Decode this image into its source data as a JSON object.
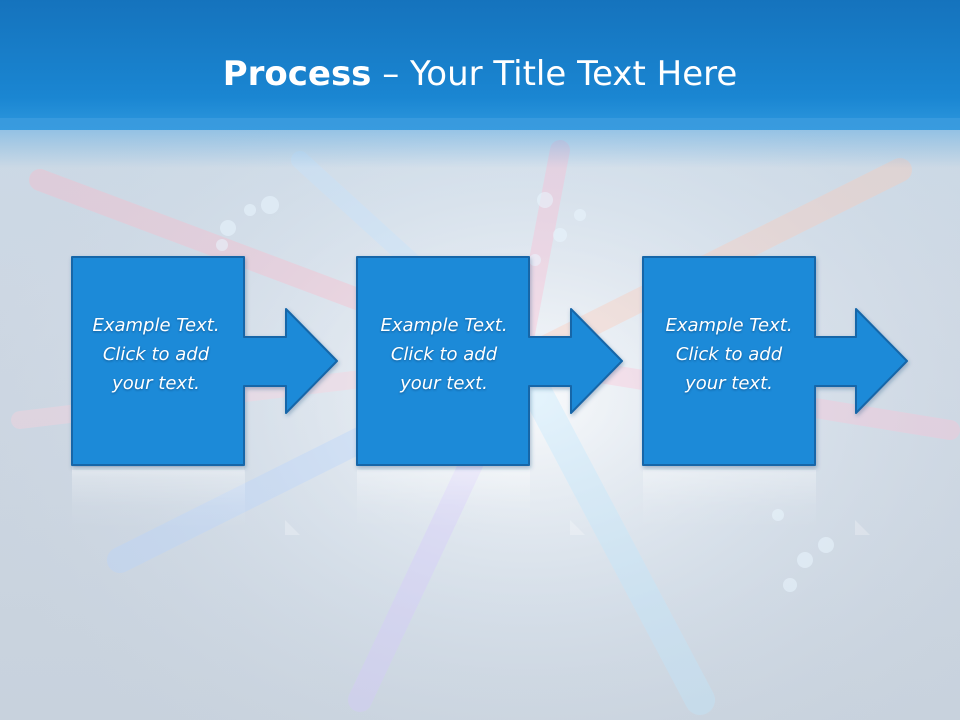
{
  "title": {
    "bold": "Process",
    "rest": " – Your Title Text Here"
  },
  "steps": [
    {
      "line1": "Example Text.",
      "line2": "Click  to add",
      "line3": "your text."
    },
    {
      "line1": "Example Text.",
      "line2": "Click  to add",
      "line3": "your text."
    },
    {
      "line1": "Example Text.",
      "line2": "Click  to add",
      "line3": "your text."
    }
  ],
  "colors": {
    "header": "#1a86d2",
    "box_fill": "#1c8ad8",
    "box_border": "#1466a8"
  },
  "icons": [
    "right-arrow-icon"
  ]
}
